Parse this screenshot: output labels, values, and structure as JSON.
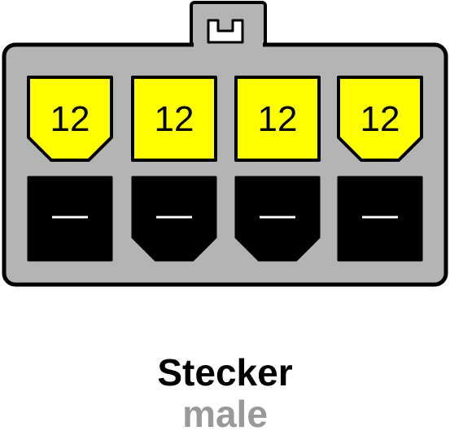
{
  "connector": {
    "top_row": [
      {
        "label": "12",
        "shape": "chamfered-bottom"
      },
      {
        "label": "12",
        "shape": "square"
      },
      {
        "label": "12",
        "shape": "square"
      },
      {
        "label": "12",
        "shape": "chamfered-bottom"
      }
    ],
    "bottom_row": [
      {
        "label": "—",
        "shape": "square"
      },
      {
        "label": "—",
        "shape": "chamfered-bottom"
      },
      {
        "label": "—",
        "shape": "chamfered-bottom"
      },
      {
        "label": "—",
        "shape": "square"
      }
    ],
    "colors": {
      "housing": "#b4b4b4",
      "housing_outline": "#000000",
      "pin_12v": "#ffff00",
      "pin_ground": "#000000",
      "ground_mark": "#ffffff"
    }
  },
  "caption": {
    "title": "Stecker",
    "subtitle": "male",
    "subtitle_color": "#999999"
  }
}
